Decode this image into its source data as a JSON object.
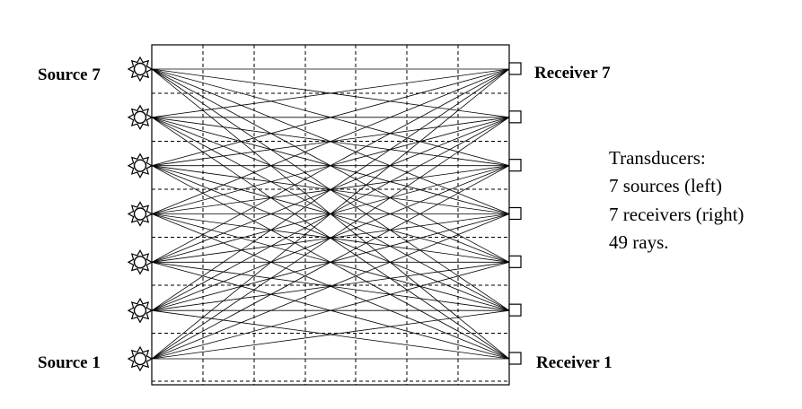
{
  "labels": {
    "source_top": "Source 7",
    "source_bottom": "Source 1",
    "receiver_top": "Receiver 7",
    "receiver_bottom": "Receiver 1"
  },
  "note": {
    "line1": "Transducers:",
    "line2": "7 sources (left)",
    "line3": "7 receivers (right)",
    "line4": "49 rays."
  },
  "counts": {
    "sources": 7,
    "receivers": 7,
    "rays": 49
  },
  "colors": {
    "ink": "#000000",
    "background": "#ffffff"
  },
  "icons": {
    "source": "sun-icon",
    "receiver": "square-icon"
  }
}
